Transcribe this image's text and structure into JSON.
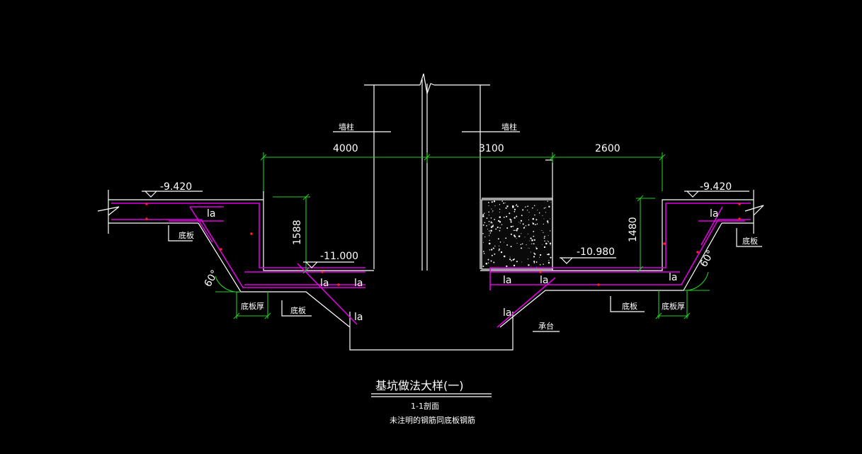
{
  "labels": {
    "wall_left": "墙柱",
    "wall_right": "墙柱",
    "dim_left": "4000",
    "dim_mid": "3100",
    "dim_right": "2600",
    "elev_left": "-9.420",
    "elev_right": "-9.420",
    "elev_mid_left": "-11.000",
    "elev_mid_right": "-10.980",
    "depth_left": "1588",
    "depth_right": "1480",
    "la": "la",
    "slab": "底板",
    "slab_thick": "底板厚",
    "angle": "60°",
    "pile_cap": "承台",
    "title": "基坑做法大样(一)",
    "section": "1-1剖面",
    "note": "未注明的钢筋同底板钢筋"
  },
  "colors": {
    "background": "#000000",
    "outline": "#ffffff",
    "rebar": "#e000e0",
    "dimension": "#22cc22",
    "rebar_dot": "#ff2020"
  }
}
